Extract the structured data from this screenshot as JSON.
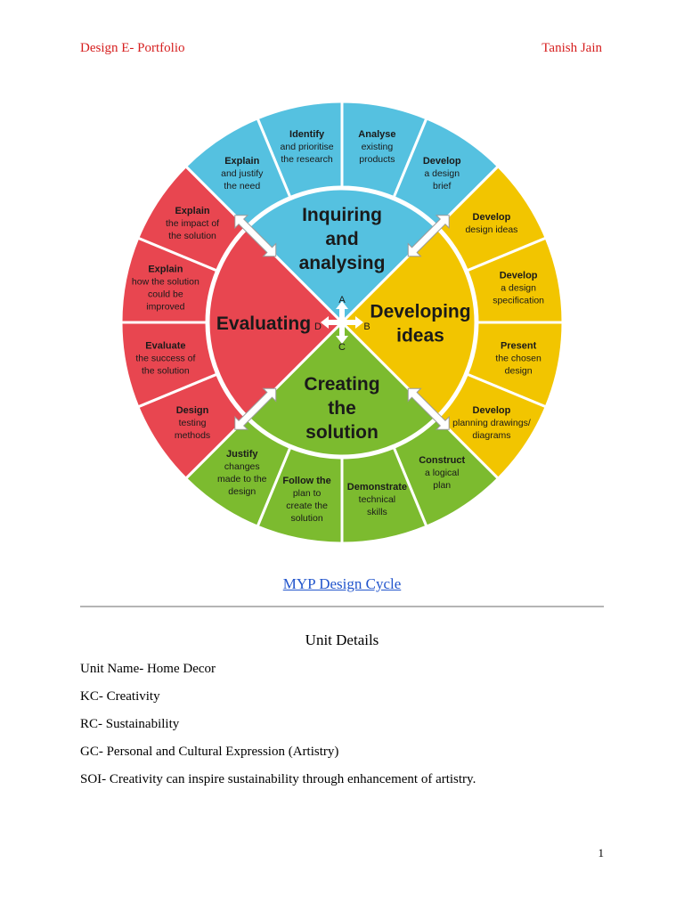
{
  "header": {
    "left": "Design E- Portfolio",
    "right": "Tanish Jain"
  },
  "cycle": {
    "center": {
      "a": "A",
      "b": "B",
      "c": "C",
      "d": "D"
    },
    "phases": [
      {
        "lines": [
          "Inquiring",
          "and",
          "analysing"
        ],
        "color": "#55c1e0"
      },
      {
        "lines": [
          "Developing",
          "ideas"
        ],
        "color": "#f2c500"
      },
      {
        "lines": [
          "Creating",
          "the",
          "solution"
        ],
        "color": "#7cbb2f"
      },
      {
        "lines": [
          "Evaluating"
        ],
        "color": "#e84650"
      }
    ],
    "segments": [
      {
        "lines": [
          "Identify",
          "and prioritise",
          "the research"
        ],
        "color": "#55c1e0"
      },
      {
        "lines": [
          "Analyse",
          "existing",
          "products"
        ],
        "color": "#55c1e0"
      },
      {
        "lines": [
          "Develop",
          "a design",
          "brief"
        ],
        "color": "#55c1e0"
      },
      {
        "lines": [
          "Develop",
          "design ideas"
        ],
        "color": "#f2c500"
      },
      {
        "lines": [
          "Develop",
          "a design",
          "specification"
        ],
        "color": "#f2c500"
      },
      {
        "lines": [
          "Present",
          "the chosen",
          "design"
        ],
        "color": "#f2c500"
      },
      {
        "lines": [
          "Develop",
          "planning drawings/",
          "diagrams"
        ],
        "color": "#f2c500"
      },
      {
        "lines": [
          "Construct",
          "a logical",
          "plan"
        ],
        "color": "#7cbb2f"
      },
      {
        "lines": [
          "Demonstrate",
          "technical",
          "skills"
        ],
        "color": "#7cbb2f"
      },
      {
        "lines": [
          "Follow the",
          "plan to",
          "create the",
          "solution"
        ],
        "color": "#7cbb2f"
      },
      {
        "lines": [
          "Justify",
          "changes",
          "made to the",
          "design"
        ],
        "color": "#7cbb2f"
      },
      {
        "lines": [
          "Design",
          "testing",
          "methods"
        ],
        "color": "#e84650"
      },
      {
        "lines": [
          "Evaluate",
          "the success of",
          "the solution"
        ],
        "color": "#e84650"
      },
      {
        "lines": [
          "Explain",
          "how the solution",
          "could be",
          "improved"
        ],
        "color": "#e84650"
      },
      {
        "lines": [
          "Explain",
          "the impact of",
          "the solution"
        ],
        "color": "#e84650"
      },
      {
        "lines": [
          "Explain",
          "and justify",
          "the need"
        ],
        "color": "#55c1e0"
      }
    ]
  },
  "caption": "MYP Design Cycle",
  "unit": {
    "heading": "Unit Details",
    "name": "Unit Name- Home Decor",
    "kc": "KC- Creativity",
    "rc": "RC- Sustainability",
    "gc": "GC- Personal and Cultural Expression (Artistry)",
    "soi": "SOI- Creativity can inspire sustainability through enhancement of artistry."
  },
  "page_number": "1"
}
